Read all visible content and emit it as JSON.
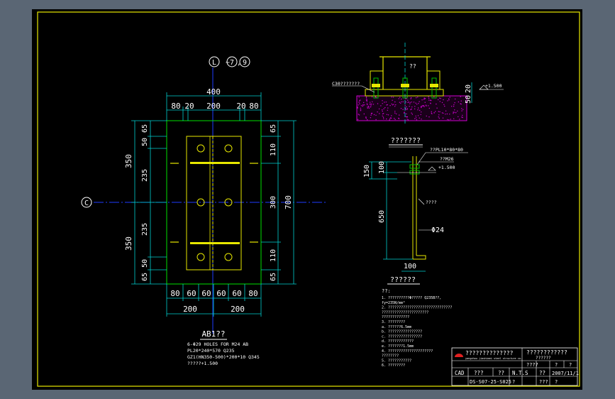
{
  "colors": {
    "background": "#000000",
    "frame": "#e8e800",
    "dim": "#00d0d0",
    "grid": "#1e3cff",
    "steel": "#e8e800",
    "plate": "#00e000",
    "text": "#ffffff",
    "concrete": "#ff00ff",
    "hatch": "#d000d0",
    "bolt": "#00c000"
  },
  "plan": {
    "grid_top_label": "L~7,9",
    "grid_left_label": "C",
    "top_dims": {
      "overall": "400",
      "segments": [
        "80",
        "20",
        "200",
        "20",
        "80"
      ]
    },
    "bottom_dims": {
      "segments": [
        "80",
        "60",
        "60",
        "60",
        "60",
        "80"
      ],
      "halves": [
        "200",
        "200"
      ]
    },
    "left_dims": {
      "outer": [
        "350",
        "350"
      ],
      "inner": [
        "65",
        "50",
        "235",
        "235",
        "50",
        "65"
      ]
    },
    "right_dims": {
      "outer": "700",
      "inner": [
        "65",
        "110",
        "300",
        "110",
        "65"
      ]
    },
    "title": "AB1??",
    "notes": [
      "6-Φ29 HOLES FOR M24 AB",
      "PL20*240*570  Q235",
      "GZ1(HN350-500)*200*10 Q345",
      "?????+1.500"
    ]
  },
  "elevation": {
    "label_top": "??",
    "label_member": "C30???????",
    "dim_right": [
      "50",
      "20"
    ],
    "level": "+1.500"
  },
  "anchor": {
    "title": "???????",
    "plate_label": "??PL10*80*80",
    "nut_label": "??M26",
    "level": "+1.500",
    "label_embed": "????",
    "dims_left": [
      "150",
      "100",
      "650"
    ],
    "dim_bottom": "100",
    "diameter": "Φ24",
    "bottom_title": "??????"
  },
  "general_notes": {
    "heading": "??:",
    "lines": [
      "1. ??????????Φ????? Q235B??,",
      "   fy=235N/mm²",
      "2. ??????????????????????????????",
      "   ??????????????????????",
      "   ?????????????",
      "3. ????????",
      "   a. ??????6.5mm",
      "   b. ????????????????",
      "   c. ????????????????",
      "   d. ????????????",
      "   e. ???????1.5mm",
      "4. ?????????????????????",
      "   ????????",
      "5. ???????????",
      "6. ????????"
    ]
  },
  "title_block": {
    "company": "??????????????",
    "company_sub": "yangzhou jiashimei steel structure co.",
    "project": "????????????",
    "project2": "??????",
    "row1": [
      "CAD",
      "???",
      "??",
      "N.T.S",
      "??",
      "2007/11/1"
    ],
    "row2": [
      "DS-S07-25-S025",
      "?",
      "???",
      "?"
    ],
    "header_right": [
      "????",
      "?",
      "?"
    ]
  }
}
